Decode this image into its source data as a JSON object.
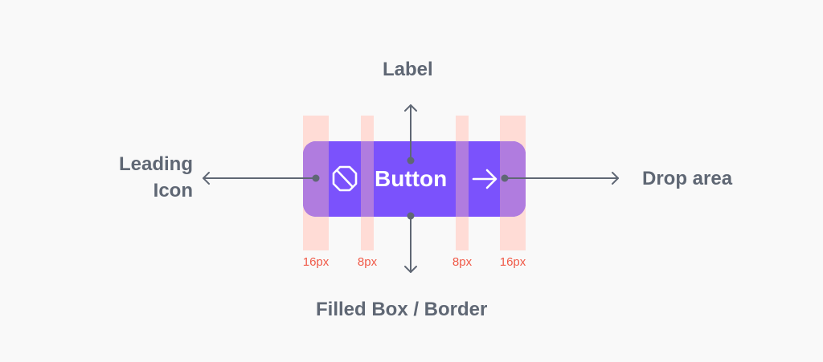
{
  "labels": {
    "label": "Label",
    "leading_icon_line1": "Leading",
    "leading_icon_line2": "Icon",
    "drop_area": "Drop area",
    "filled_box": "Filled Box / Border"
  },
  "button": {
    "text": "Button",
    "leading_icon": "blocked-circle-icon",
    "trailing_icon": "arrow-right-icon",
    "fill_color": "#7b52fc",
    "padding_overlay_color": "#ffc9c2",
    "padding_on_button_color": "#b07cdf"
  },
  "spacing": {
    "left_outer": "16px",
    "left_inner": "8px",
    "right_inner": "8px",
    "right_outer": "16px"
  },
  "colors": {
    "background": "#f9f9f9",
    "annotation_text": "#5f6774",
    "spacing_text": "#f05a48",
    "connector": "#5f6774"
  }
}
